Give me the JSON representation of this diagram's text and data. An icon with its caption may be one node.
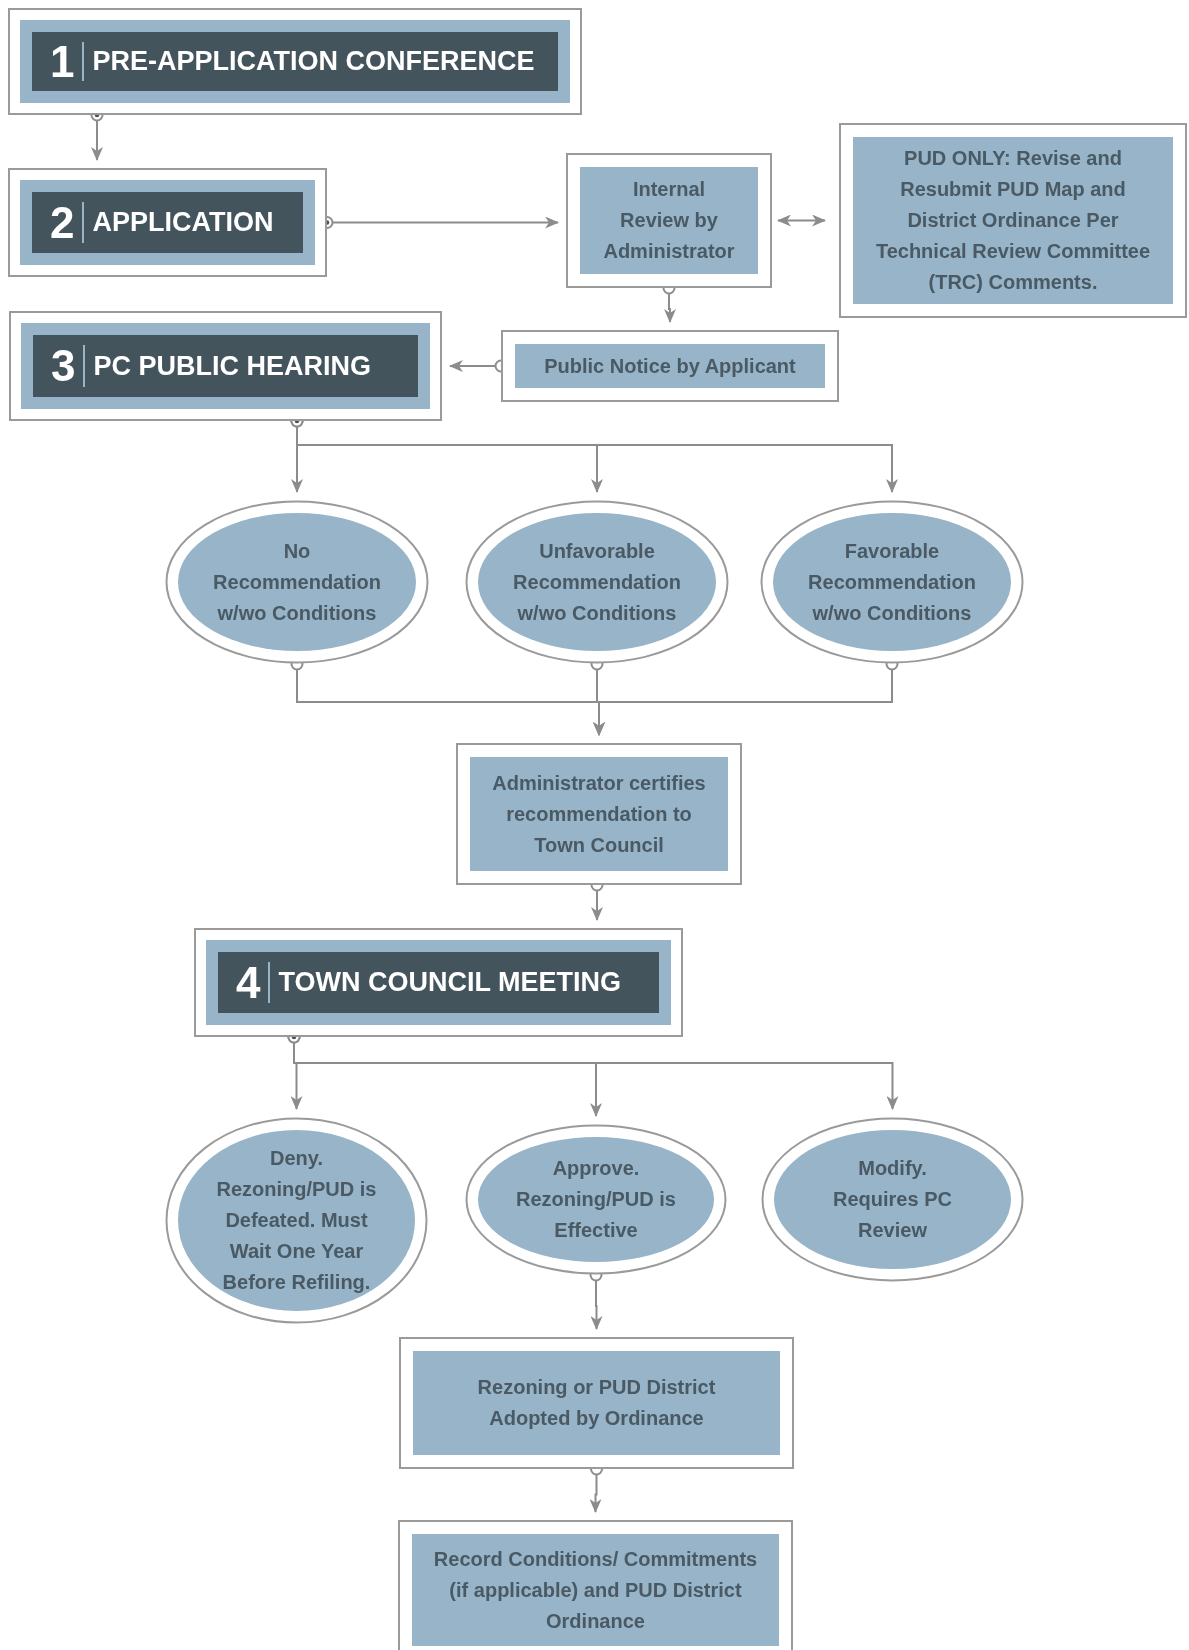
{
  "diagram": {
    "nodes": [
      {
        "text": [
          "1",
          "PRE-APPLICATION CONFERENCE"
        ]
      },
      {
        "text": [
          "2",
          "APPLICATION"
        ]
      },
      {
        "text": [
          "Internal Review by Administrator"
        ]
      },
      {
        "text": [
          "PUD ONLY: Revise and Resubmit PUD Map and District Ordinance Per Technical Review Committee (TRC) Comments."
        ]
      },
      {
        "text": [
          "3",
          "PC PUBLIC HEARING"
        ]
      },
      {
        "text": [
          "Public Notice by Applicant"
        ]
      },
      {
        "text": [
          "No Recommendation w/wo Conditions"
        ]
      },
      {
        "text": [
          "Unfavorable Recommendation w/wo Conditions"
        ]
      },
      {
        "text": [
          "Favorable Recommendation w/wo Conditions"
        ]
      },
      {
        "text": [
          "Administrator certifies recommendation to Town Council"
        ]
      },
      {
        "text": [
          "4",
          "TOWN COUNCIL MEETING"
        ]
      },
      {
        "text": [
          "Deny. Rezoning/PUD is Defeated. Must Wait One Year Before Refiling."
        ]
      },
      {
        "text": [
          "Approve. Rezoning/PUD is Effective"
        ]
      },
      {
        "text": [
          "Modify. Requires PC Review"
        ]
      },
      {
        "text": [
          "Rezoning or PUD District Adopted by Ordinance"
        ]
      },
      {
        "text": [
          "Record Conditions/ Commitments (if applicable) and PUD District Ordinance"
        ]
      }
    ],
    "edges": [
      {
        "from": 0,
        "to": 1,
        "arrow": "to"
      },
      {
        "from": 1,
        "to": 2,
        "arrow": "to"
      },
      {
        "from": 2,
        "to": 3,
        "arrow": "both"
      },
      {
        "from": 2,
        "to": 5,
        "arrow": "to"
      },
      {
        "from": 5,
        "to": 4,
        "arrow": "to"
      },
      {
        "from": 4,
        "to": 6,
        "arrow": "to"
      },
      {
        "from": 4,
        "to": 7,
        "arrow": "to"
      },
      {
        "from": 4,
        "to": 8,
        "arrow": "to"
      },
      {
        "from": 6,
        "to": 9,
        "arrow": "to"
      },
      {
        "from": 7,
        "to": 9,
        "arrow": "to"
      },
      {
        "from": 8,
        "to": 9,
        "arrow": "to"
      },
      {
        "from": 9,
        "to": 10,
        "arrow": "to"
      },
      {
        "from": 10,
        "to": 11,
        "arrow": "to"
      },
      {
        "from": 10,
        "to": 12,
        "arrow": "to"
      },
      {
        "from": 10,
        "to": 13,
        "arrow": "to"
      },
      {
        "from": 12,
        "to": 14,
        "arrow": "to"
      },
      {
        "from": 14,
        "to": 15,
        "arrow": "to"
      }
    ]
  }
}
